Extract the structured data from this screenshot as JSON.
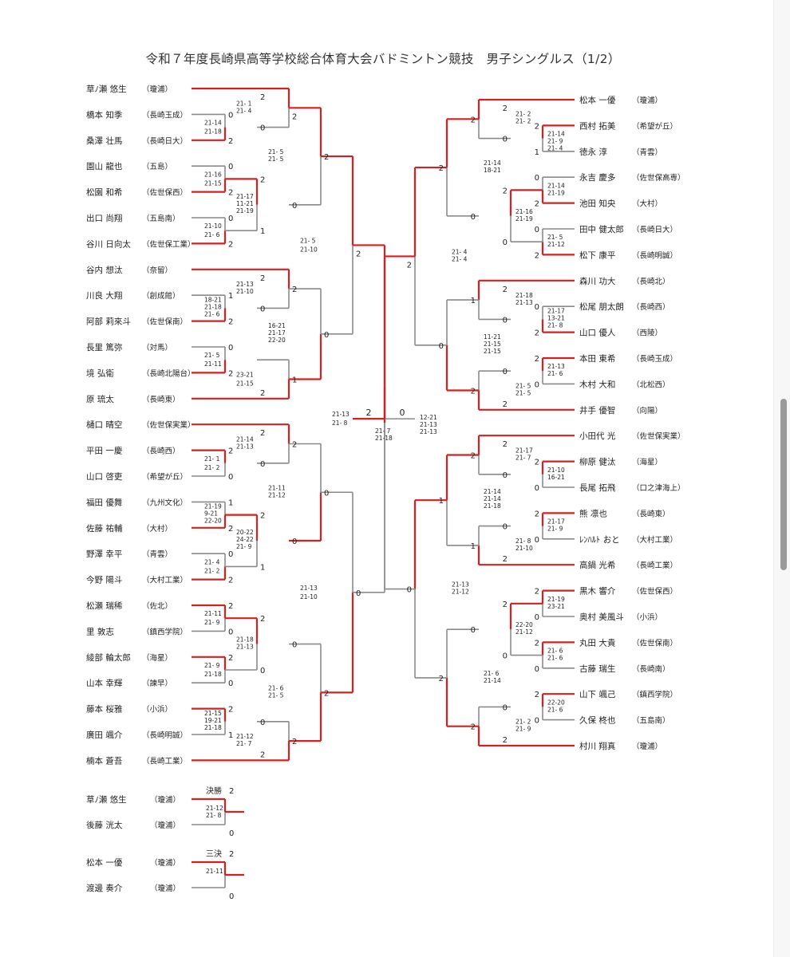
{
  "title": "令和７年度長崎県高等学校総合体育大会バドミントン競技　男子シングルス（1/2）",
  "left_players": [
    {
      "name": "草ﾉ瀬 悠生",
      "school": "（瓊浦）"
    },
    {
      "name": "橋本 知季",
      "school": "（長崎玉成）"
    },
    {
      "name": "桑澤 壮馬",
      "school": "（長崎日大）"
    },
    {
      "name": "園山 龍也",
      "school": "（五島）"
    },
    {
      "name": "松園 和希",
      "school": "（佐世保西）"
    },
    {
      "name": "出口 尚翔",
      "school": "（五島南）"
    },
    {
      "name": "谷川 日向太",
      "school": "（佐世保工業）"
    },
    {
      "name": "谷内 想汰",
      "school": "（奈留）"
    },
    {
      "name": "川良 大翔",
      "school": "（創成館）"
    },
    {
      "name": "阿部 莉來斗",
      "school": "（佐世保南）"
    },
    {
      "name": "長里 篤弥",
      "school": "（対馬）"
    },
    {
      "name": "境 弘衛",
      "school": "（長崎北陽台）"
    },
    {
      "name": "原 琉太",
      "school": "（長崎東）"
    },
    {
      "name": "樋口 晴空",
      "school": "（佐世保実業）"
    },
    {
      "name": "平田 一慶",
      "school": "（長崎西）"
    },
    {
      "name": "山口 啓吏",
      "school": "（希望が丘）"
    },
    {
      "name": "福田 優舞",
      "school": "（九州文化）"
    },
    {
      "name": "佐藤 祐輔",
      "school": "（大村）"
    },
    {
      "name": "野澤 幸平",
      "school": "（青雲）"
    },
    {
      "name": "今野 陽斗",
      "school": "（大村工業）"
    },
    {
      "name": "松瀬 瑞稀",
      "school": "（佐北）"
    },
    {
      "name": "里 敦志",
      "school": "（鎮西学院）"
    },
    {
      "name": "綾部 輪太郎",
      "school": "（海星）"
    },
    {
      "name": "山本 幸輝",
      "school": "（諫早）"
    },
    {
      "name": "藤本 桜雅",
      "school": "（小浜）"
    },
    {
      "name": "廣田 颯介",
      "school": "（長崎明誠）"
    },
    {
      "name": "楠本 蒼吾",
      "school": "（長崎工業）"
    }
  ],
  "right_players": [
    {
      "name": "松本 一優",
      "school": "（瓊浦）"
    },
    {
      "name": "西村 拓美",
      "school": "（希望が丘）"
    },
    {
      "name": "徳永 淳",
      "school": "（青雲）"
    },
    {
      "name": "永吉 慶多",
      "school": "（佐世保高専）"
    },
    {
      "name": "池田 知央",
      "school": "（大村）"
    },
    {
      "name": "田中 健太郎",
      "school": "（長崎日大）"
    },
    {
      "name": "松下 康平",
      "school": "（長崎明誠）"
    },
    {
      "name": "森川 功大",
      "school": "（長崎北）"
    },
    {
      "name": "松尾 朋太朗",
      "school": "（長崎西）"
    },
    {
      "name": "山口 優人",
      "school": "（西陵）"
    },
    {
      "name": "本田 東希",
      "school": "（長崎玉成）"
    },
    {
      "name": "木村 大和",
      "school": "（北松西）"
    },
    {
      "name": "井手 優智",
      "school": "（向陽）"
    },
    {
      "name": "小田代 光",
      "school": "（佐世保実業）"
    },
    {
      "name": "柳原 健汰",
      "school": "（海星）"
    },
    {
      "name": "長尾 拓飛",
      "school": "（口之津海上）"
    },
    {
      "name": "熊 凛也",
      "school": "（長崎東）"
    },
    {
      "name": "ﾚﾝﾊﾙﾄ おと",
      "school": "（大村工業）"
    },
    {
      "name": "高鍋 光希",
      "school": "（長崎工業）"
    },
    {
      "name": "黒木 響介",
      "school": "（佐世保西）"
    },
    {
      "name": "奥村 美風斗",
      "school": "（小浜）"
    },
    {
      "name": "丸田 大貴",
      "school": "（佐世保南）"
    },
    {
      "name": "古藤 瑞生",
      "school": "（長崎南）"
    },
    {
      "name": "山下 颯己",
      "school": "（鎮西学院）"
    },
    {
      "name": "久保 柊也",
      "school": "（五島南）"
    },
    {
      "name": "村川 翔真",
      "school": "（瓊浦）"
    }
  ],
  "scores": [
    "21- 1",
    "21- 4",
    "21-14",
    "21-18",
    "21- 5",
    "21- 5",
    "21-16",
    "21-15",
    "21-17",
    "11-21",
    "21-19",
    "21-10",
    "21- 6",
    "21- 5",
    "21-10",
    "21-13",
    "21-10",
    "18-21",
    "21-18",
    "21- 6",
    "16-21",
    "21-17",
    "22-20",
    "21- 5",
    "21-11",
    "23-21",
    "21-15",
    "21-13",
    "21- 8",
    "21-14",
    "21-13",
    "21- 1",
    "21- 2",
    "21-11",
    "21-12",
    "21-19",
    "9-21",
    "22-20",
    "20-22",
    "24-22",
    "21- 9",
    "21- 4",
    "21- 2",
    "21-11",
    "21- 9",
    "21-18",
    "21-13",
    "21- 9",
    "21-18",
    "21-15",
    "19-21",
    "21-18",
    "21- 6",
    "21- 5",
    "21-12",
    "21- 7",
    "21-13",
    "21-10",
    "21- 7",
    "21-18",
    "21- 2",
    "21- 2",
    "21-14",
    "18-21",
    "21-14",
    "21- 9",
    "21- 4",
    "21-14",
    "21-19",
    "21-16",
    "21-19",
    "21- 5",
    "21-12",
    "21- 4",
    "21- 4",
    "21-18",
    "21-13",
    "21-17",
    "13-21",
    "21- 8",
    "11-21",
    "21-15",
    "21-15",
    "21-13",
    "21- 6",
    "21- 5",
    "21- 5",
    "21-11",
    "12-21",
    "21-13",
    "21-13",
    "21-17",
    "21- 7",
    "21-10",
    "16-21",
    "21-14",
    "21-14",
    "21-18",
    "21-17",
    "21- 9",
    "21- 8",
    "21-10",
    "21-13",
    "21-12",
    "21-19",
    "23-21",
    "22-20",
    "21-12",
    "21- 6",
    "21- 6",
    "21- 6",
    "21-14",
    "22-20",
    "21- 6",
    "21- 2",
    "21- 9",
    "21-12",
    "21- 8",
    "21-11"
  ],
  "results": [
    "2",
    "0",
    "1",
    "決勝",
    "三決"
  ],
  "finals": {
    "label": "決勝",
    "p1": {
      "name": "草ﾉ瀬 悠生",
      "school": "（瓊浦）"
    },
    "p2": {
      "name": "後藤 洸太",
      "school": "（瓊浦）"
    }
  },
  "third_place": {
    "label": "三決",
    "p1": {
      "name": "松本 一優",
      "school": "（瓊浦）"
    },
    "p2": {
      "name": "渡邊 奏介",
      "school": "（瓊浦）"
    }
  },
  "colors": {
    "win": "#d42020",
    "lose": "#8a8a8a",
    "text": "#222222"
  }
}
